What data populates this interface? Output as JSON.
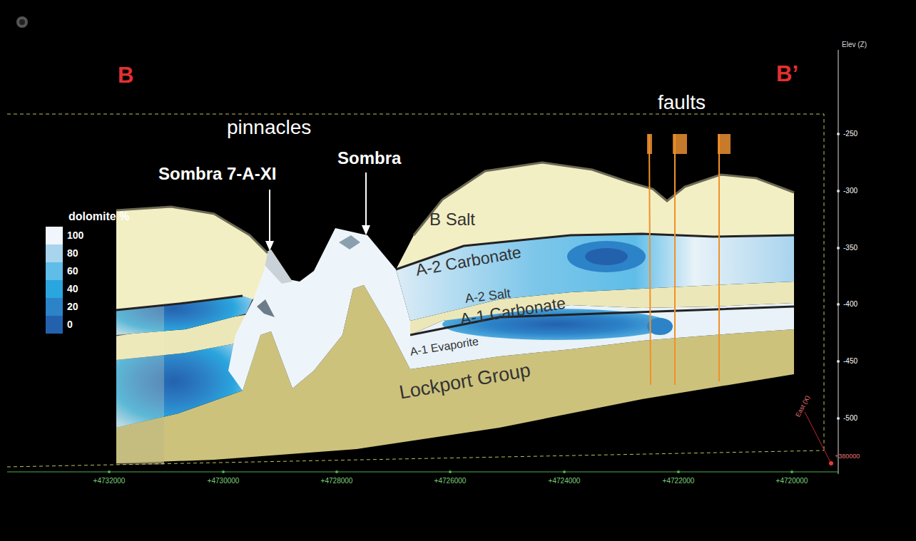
{
  "diagram": {
    "labels": [
      "B",
      "B’",
      "pinnacles",
      "Sombra 7-A-XI",
      "Sombra",
      "faults",
      "B Salt",
      "A-2 Carbonate",
      "A-2 Salt",
      "A-1 Carbonate",
      "A-1 Evaporite",
      "Lockport Group",
      "dolomite %",
      "Elev (Z)",
      "-250",
      "-300",
      "-350",
      "-400",
      "-450",
      "-500",
      "East (X)",
      "+380000",
      "+4732000",
      "+4730000",
      "+4728000",
      "+4726000",
      "+4724000",
      "+4722000",
      "+4720000"
    ],
    "legend": [
      {
        "text": "100",
        "color": "#f0f6fb"
      },
      {
        "text": "80",
        "color": "#a8d4ee"
      },
      {
        "text": "60",
        "color": "#5fbde8"
      },
      {
        "text": "40",
        "color": "#2aa6de"
      },
      {
        "text": "20",
        "color": "#2c83c8"
      },
      {
        "text": "0",
        "color": "#2461ad"
      }
    ]
  }
}
